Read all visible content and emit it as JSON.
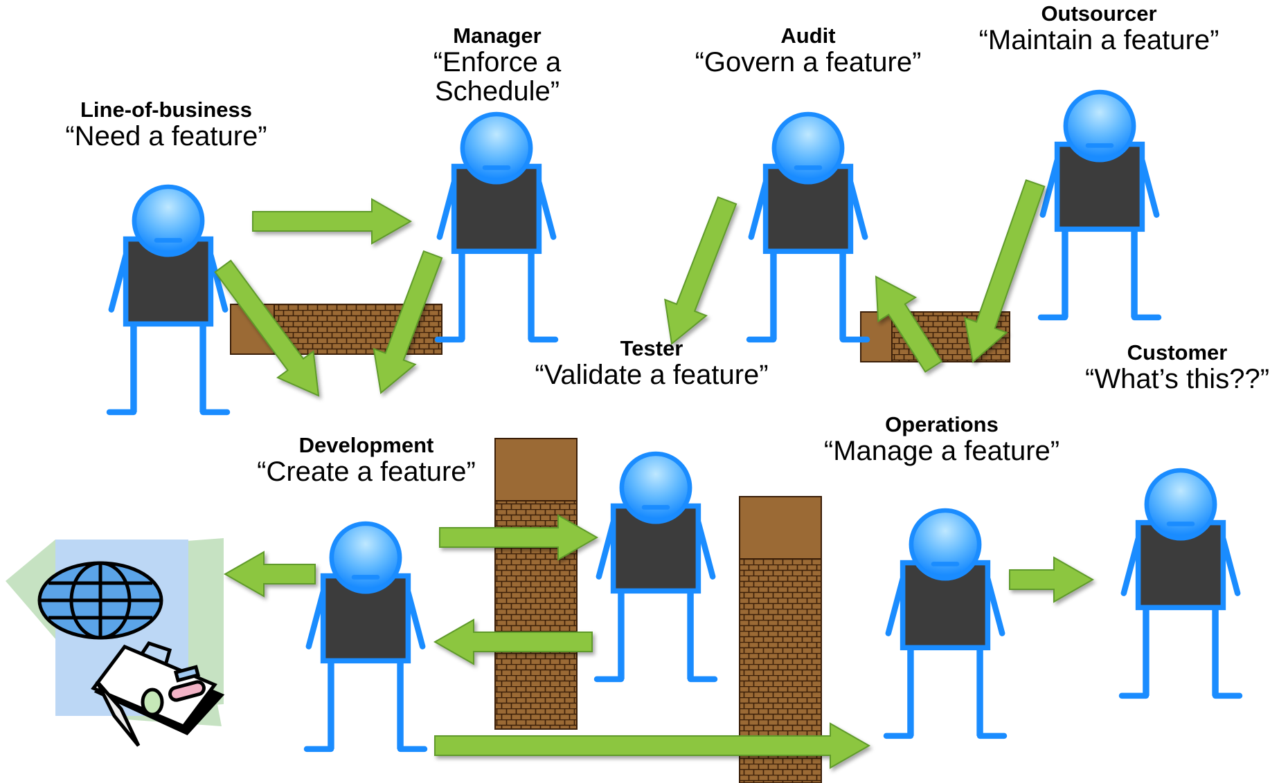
{
  "colors": {
    "figure_blue": "#1a8cff",
    "figure_body": "#3c3c3c",
    "head_light": "#bfe8ff",
    "arrow_green": "#8cc63f",
    "arrow_edge": "#5e9a2a",
    "wall_brown": "#9b6a35",
    "brick_line": "#3a1e08"
  },
  "actors": [
    {
      "id": "line-of-business",
      "role": "Line-of-business",
      "quote": "“Need a feature”"
    },
    {
      "id": "manager",
      "role": "Manager",
      "quote": "“Enforce a Schedule”",
      "quote_lines": [
        "“Enforce a",
        "Schedule”"
      ]
    },
    {
      "id": "audit",
      "role": "Audit",
      "quote": "“Govern a feature”"
    },
    {
      "id": "outsourcer",
      "role": "Outsourcer",
      "quote": "“Maintain a feature”"
    },
    {
      "id": "tester",
      "role": "Tester",
      "quote": "“Validate a feature”"
    },
    {
      "id": "customer",
      "role": "Customer",
      "quote": "“What’s this??”"
    },
    {
      "id": "development",
      "role": "Development",
      "quote": "“Create a feature”"
    },
    {
      "id": "operations",
      "role": "Operations",
      "quote": "“Manage a feature”"
    }
  ],
  "clipart": "travel-clipart (globe and suitcase)"
}
